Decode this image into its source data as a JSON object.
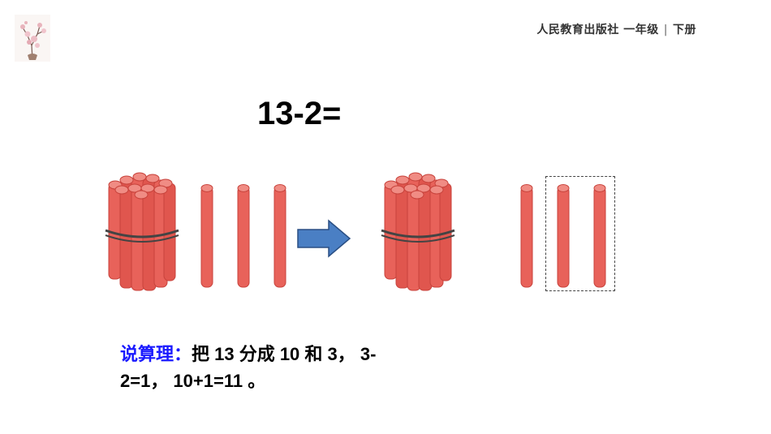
{
  "header": {
    "publisher": "人民教育出版社 一年级",
    "separator": "|",
    "volume": "下册"
  },
  "problem": {
    "equation": "13-2="
  },
  "explanation": {
    "label": "说算理：",
    "text_line1": "把 13 分成 10 和 3， 3-",
    "text_line2": "2=1， 10+1=11 。"
  },
  "colors": {
    "stick": "#e8625a",
    "stick_dark": "#c8433c",
    "arrow": "#4a7fc4",
    "label": "#1a1aff"
  }
}
